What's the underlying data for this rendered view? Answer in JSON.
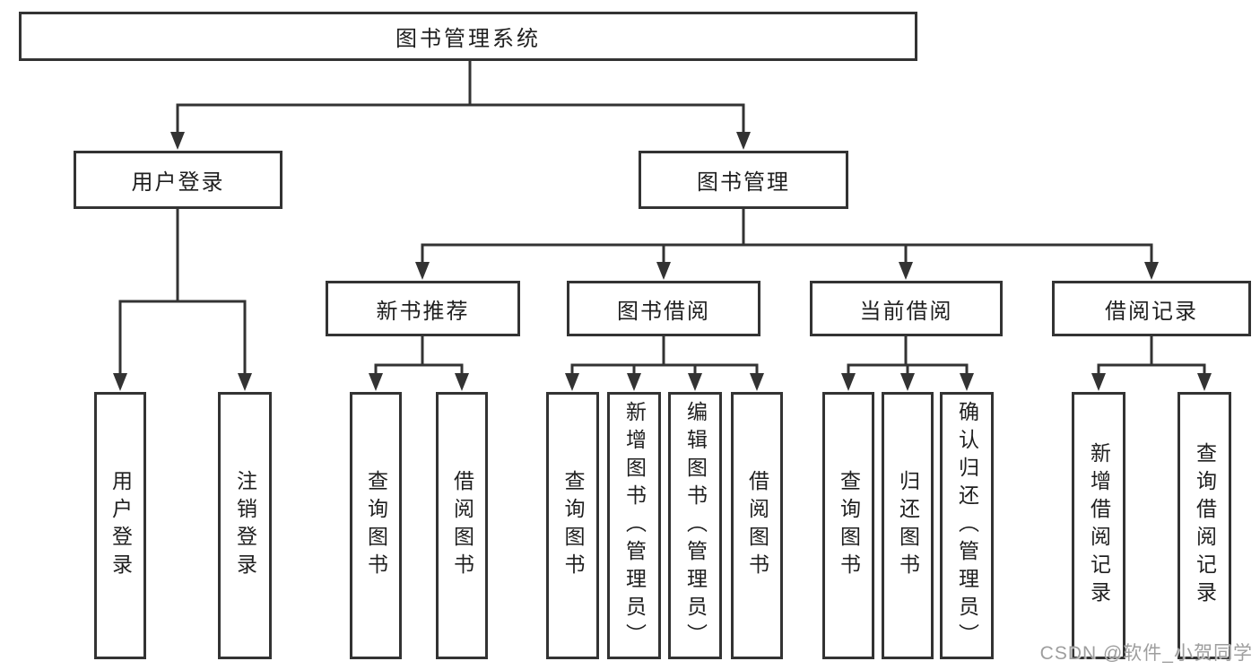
{
  "diagram": {
    "root": {
      "label": "图书管理系统"
    },
    "branches": [
      {
        "label": "用户登录",
        "children": [
          {
            "label": "用户登录"
          },
          {
            "label": "注销登录"
          }
        ]
      },
      {
        "label": "图书管理",
        "children": [
          {
            "label": "新书推荐",
            "children": [
              {
                "label": "查询图书"
              },
              {
                "label": "借阅图书"
              }
            ]
          },
          {
            "label": "图书借阅",
            "children": [
              {
                "label": "查询图书"
              },
              {
                "label": "新增图书（管理员）"
              },
              {
                "label": "编辑图书（管理员）"
              },
              {
                "label": "借阅图书"
              }
            ]
          },
          {
            "label": "当前借阅",
            "children": [
              {
                "label": "查询图书"
              },
              {
                "label": "归还图书"
              },
              {
                "label": "确认归还（管理员）"
              }
            ]
          },
          {
            "label": "借阅记录",
            "children": [
              {
                "label": "新增借阅记录"
              },
              {
                "label": "查询借阅记录"
              }
            ]
          }
        ]
      }
    ]
  },
  "watermark": "CSDN @软件_小贺同学",
  "colors": {
    "line": "#333333",
    "box_border": "#333333",
    "box_fill": "#ffffff",
    "text": "#1f1f1f",
    "background": "#ffffff",
    "watermark": "#9e9e9e"
  }
}
